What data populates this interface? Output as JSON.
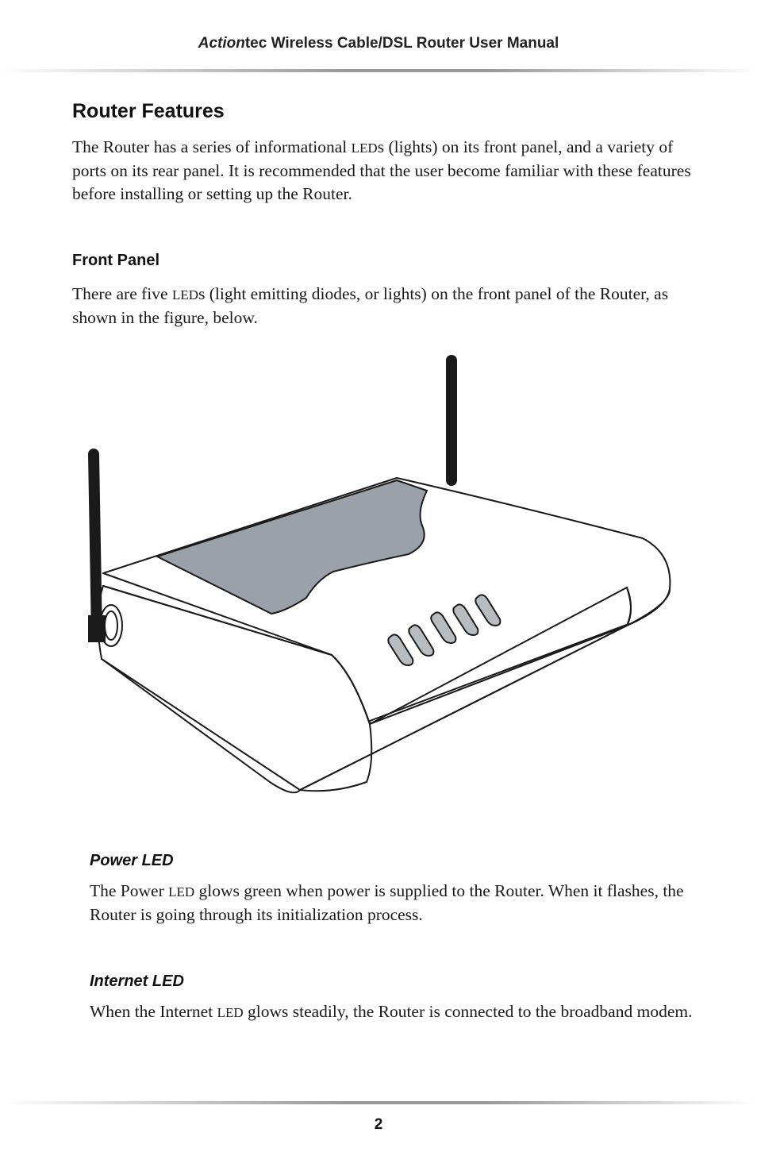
{
  "header": {
    "brand_italic": "Action",
    "brand_rest": "tec",
    "title_rest": " Wireless Cable/DSL Router User Manual"
  },
  "section": {
    "title": "Router Features",
    "intro": {
      "part1": "The Router has a series of informational ",
      "abbr": "LED",
      "part2": "s (lights) on its front panel, and a variety of ports on its rear panel. It is recommended that the user become familiar with these features before installing or setting up the Router."
    }
  },
  "front_panel": {
    "title": "Front Panel",
    "text": {
      "part1": "There are five ",
      "abbr": "LED",
      "part2": "s (light emitting diodes, or lights) on the front panel of the Router, as shown in the figure, below."
    }
  },
  "figure": {
    "colors": {
      "outline": "#1a1a1a",
      "body": "#ffffff",
      "top_panel": "#9aa1a8",
      "led": "#b8bcc0"
    }
  },
  "power_led": {
    "title": "Power LED",
    "part1": "The Power ",
    "abbr": "LED",
    "part2": " glows green when power is supplied to the Router. When it flashes, the Router is going through its initialization process."
  },
  "internet_led": {
    "title": "Internet LED",
    "part1": "When the Internet ",
    "abbr": "LED",
    "part2": " glows steadily, the Router is connected to the broadband modem."
  },
  "footer": {
    "page_number": "2"
  }
}
